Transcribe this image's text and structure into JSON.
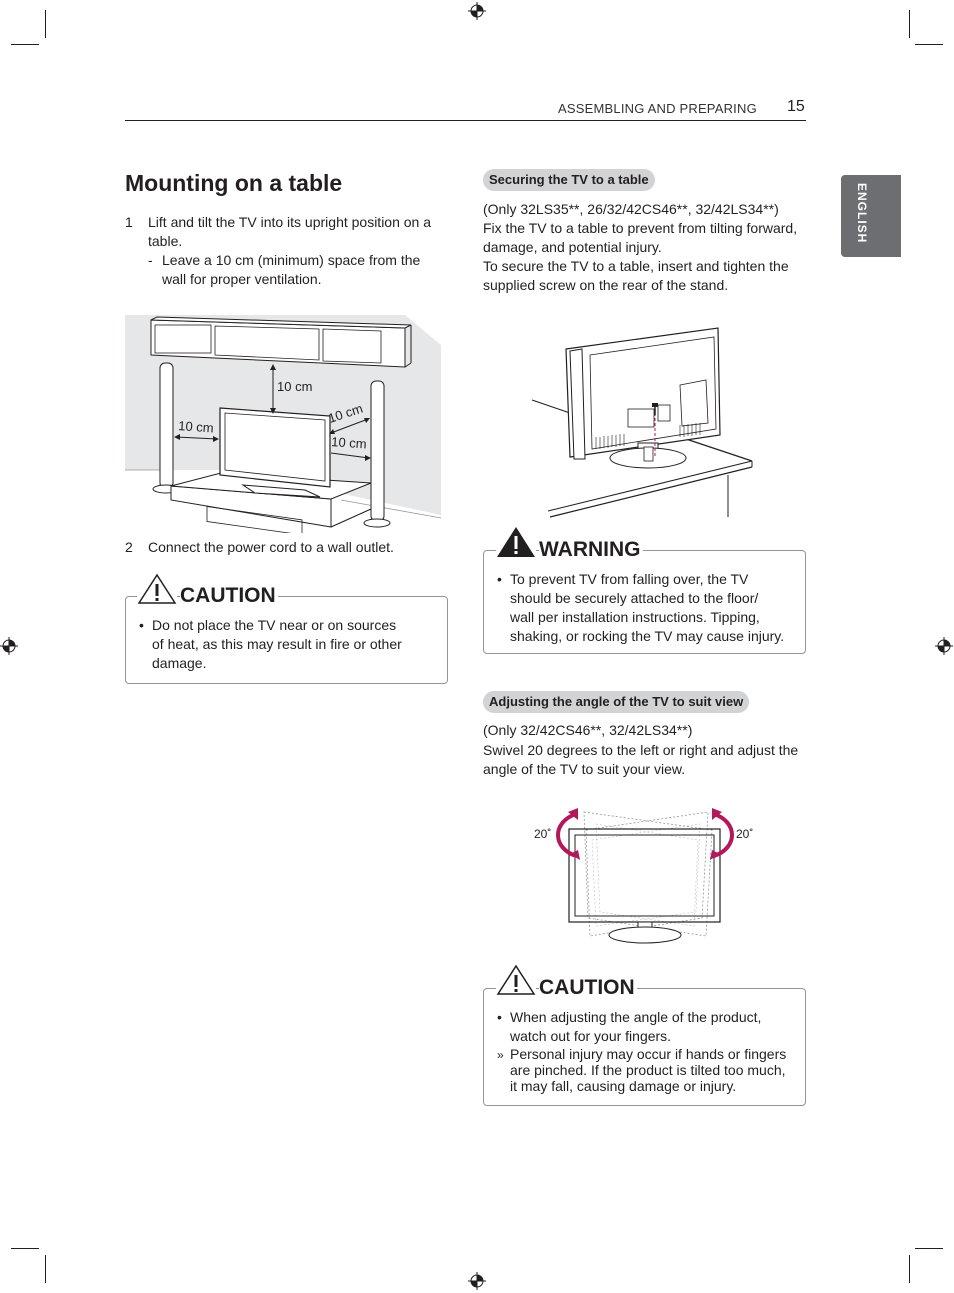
{
  "header": {
    "section": "ASSEMBLING AND PREPARING",
    "page_number": "15",
    "language_tab": "ENGLISH"
  },
  "left": {
    "title": "Mounting on a table",
    "step1_num": "1",
    "step1_line1": "Lift and tilt the TV into its upright position on a",
    "step1_line2": "table.",
    "step1_sub_dash": "-",
    "step1_sub_line1": "Leave a 10 cm (minimum) space from the",
    "step1_sub_line2": "wall for proper ventilation.",
    "fig1_labels": [
      "10 cm",
      "10 cm",
      "10 cm",
      "10 cm"
    ],
    "step2_num": "2",
    "step2_text": "Connect the power cord to a wall outlet.",
    "caution_title": "CAUTION",
    "caution_bullet": "•",
    "caution_line1": "Do not place the TV near or on sources",
    "caution_line2": "of heat, as this may result in fire or other",
    "caution_line3": "damage."
  },
  "right": {
    "securing_heading": "Securing the TV to a table",
    "securing_line1": "(Only 32LS35**, 26/32/42CS46**, 32/42LS34**)",
    "securing_line2": "Fix the TV to a table to prevent from tilting forward,",
    "securing_line3": "damage, and potential injury.",
    "securing_line4": "To secure the TV to a table, insert and tighten the",
    "securing_line5": "supplied screw on the rear of the stand.",
    "warning_title": "WARNING",
    "warning_bullet": "•",
    "warning_line1": "To prevent TV from falling over, the TV",
    "warning_line2": "should be securely attached to the floor/",
    "warning_line3": "wall per installation instructions. Tipping,",
    "warning_line4": "shaking, or rocking the TV may cause injury.",
    "angle_heading": "Adjusting the angle of the TV to suit view",
    "angle_line1": "(Only 32/42CS46**, 32/42LS34**)",
    "angle_line2": "Swivel 20 degrees to the left or right and adjust the",
    "angle_line3": "angle of the TV to suit your view.",
    "angle_left_label": "20˚",
    "angle_right_label": "20˚",
    "caution2_title": "CAUTION",
    "caution2_bullet1": "•",
    "caution2_b1_line1": "When adjusting the angle of the product,",
    "caution2_b1_line2": "watch out for your fingers.",
    "caution2_bullet2": "»",
    "caution2_b2_line1": "Personal injury may occur if hands or fingers",
    "caution2_b2_line2": "are pinched. If the product is tilted too much,",
    "caution2_b2_line3": "it may fall, causing damage or injury."
  },
  "colors": {
    "accent_arrow": "#b5175b",
    "tab_gray": "#6d6e71",
    "pill_gray": "#d1d3d4",
    "wall_gray": "#e6e7e8"
  }
}
